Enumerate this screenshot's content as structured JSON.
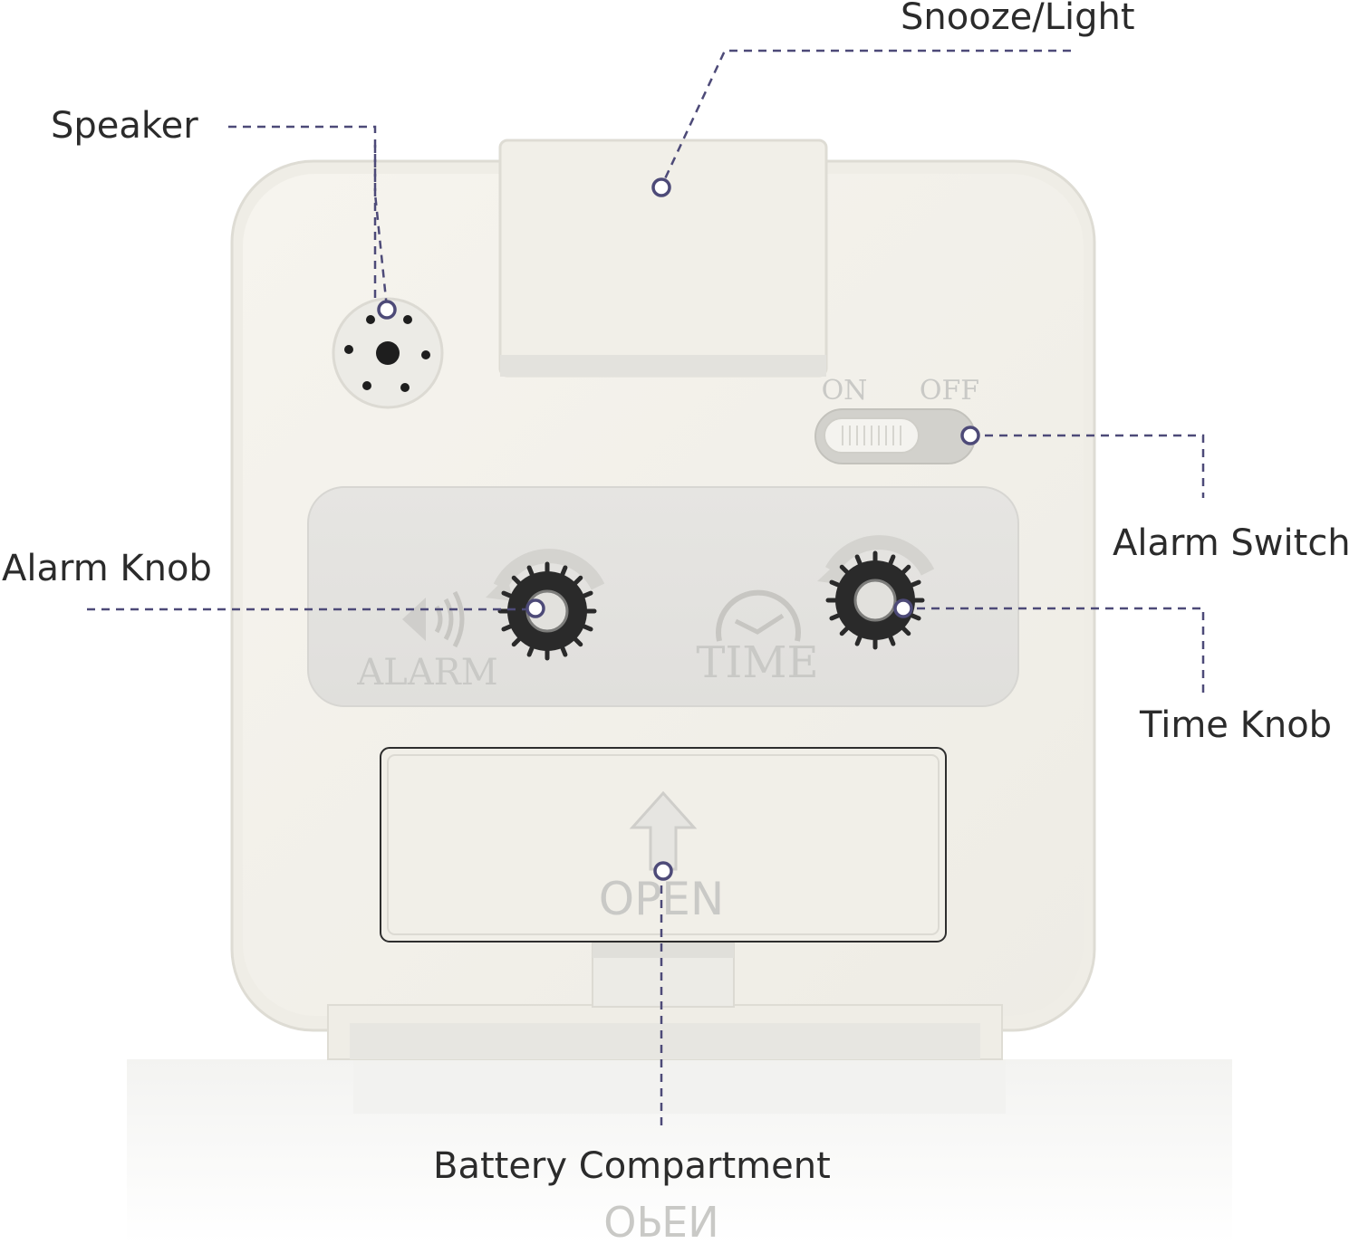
{
  "callouts": {
    "snooze_light": "Snooze/Light",
    "speaker": "Speaker",
    "alarm_switch": "Alarm Switch",
    "alarm_knob": "Alarm Knob",
    "time_knob": "Time Knob",
    "battery_compartment": "Battery Compartment"
  },
  "device": {
    "switch_on_label": "ON",
    "switch_off_label": "OFF",
    "alarm_label": "ALARM",
    "time_label": "TIME",
    "battery_door_label": "OPEN"
  },
  "colors": {
    "leader_line": "#4d4a78",
    "device_body": "#f3f1ea",
    "control_panel": "#e4e3e0",
    "knob": "#2a2a2a"
  }
}
